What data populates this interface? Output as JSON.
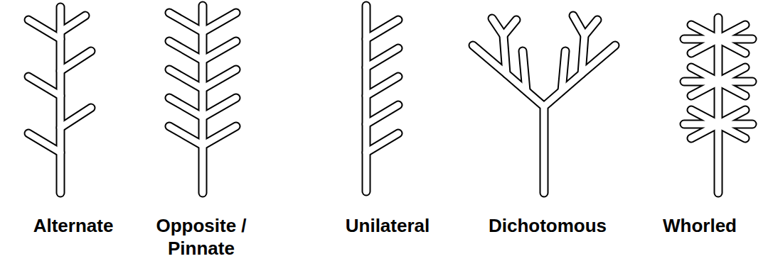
{
  "diagram": {
    "labels": [
      "Alternate",
      "Opposite / Pinnate",
      "Unilateral",
      "Dichotomous",
      "Whorled"
    ]
  }
}
